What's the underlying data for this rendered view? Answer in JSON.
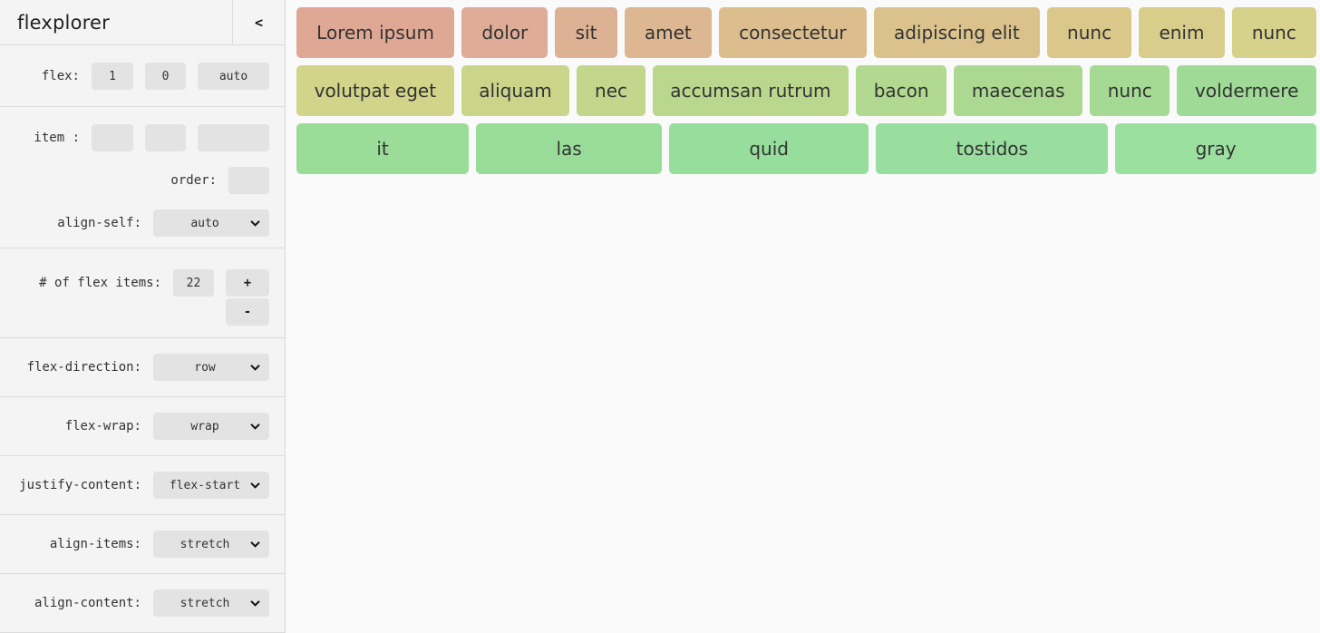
{
  "app": {
    "title": "flexplorer",
    "collapse_label": "<"
  },
  "colors": {
    "sidebar_bg": "#f4f4f4",
    "main_bg": "#fafafa",
    "control_bg": "#e3e3e3",
    "divider": "#dcdcdc",
    "label_text": "#333333"
  },
  "sidebar": {
    "flex_row": {
      "label": "flex:",
      "grow": "1",
      "shrink": "0",
      "basis": "auto"
    },
    "item_row": {
      "label": "item :",
      "grow": "",
      "shrink": "",
      "basis": ""
    },
    "order_row": {
      "label": "order:",
      "value": ""
    },
    "align_self": {
      "label": "align-self:",
      "value": "auto"
    },
    "count_row": {
      "label": "# of flex items:",
      "value": "22",
      "increment": "+",
      "decrement": "-"
    },
    "flex_direction": {
      "label": "flex-direction:",
      "value": "row"
    },
    "flex_wrap": {
      "label": "flex-wrap:",
      "value": "wrap"
    },
    "justify_content": {
      "label": "justify-content:",
      "value": "flex-start"
    },
    "align_items": {
      "label": "align-items:",
      "value": "stretch"
    },
    "align_content": {
      "label": "align-content:",
      "value": "stretch"
    }
  },
  "flex_items": [
    {
      "label": "Lorem ipsum",
      "color": "#dfa894"
    },
    {
      "label": "dolor",
      "color": "#deac97"
    },
    {
      "label": "sit",
      "color": "#ddb194"
    },
    {
      "label": "amet",
      "color": "#dcb791"
    },
    {
      "label": "consectetur",
      "color": "#dcbd8e"
    },
    {
      "label": "adipiscing elit",
      "color": "#dbc28c"
    },
    {
      "label": "nunc",
      "color": "#dac88b"
    },
    {
      "label": "enim",
      "color": "#d9cd8c"
    },
    {
      "label": "nunc",
      "color": "#d6d28b"
    },
    {
      "label": "volutpat eget",
      "color": "#d1d489"
    },
    {
      "label": "aliquam",
      "color": "#cad58a"
    },
    {
      "label": "nec",
      "color": "#c2d78c"
    },
    {
      "label": "accumsan rutrum",
      "color": "#bad88d"
    },
    {
      "label": "bacon",
      "color": "#b2d990"
    },
    {
      "label": "maecenas",
      "color": "#abd992"
    },
    {
      "label": "nunc",
      "color": "#a4da94"
    },
    {
      "label": "voldermere",
      "color": "#9fdb96"
    },
    {
      "label": "it",
      "color": "#9bdc98"
    },
    {
      "label": "las",
      "color": "#99dc9a"
    },
    {
      "label": "quid",
      "color": "#97dd9c"
    },
    {
      "label": "tostidos",
      "color": "#99de9e"
    },
    {
      "label": "gray",
      "color": "#9ce0a0"
    }
  ]
}
